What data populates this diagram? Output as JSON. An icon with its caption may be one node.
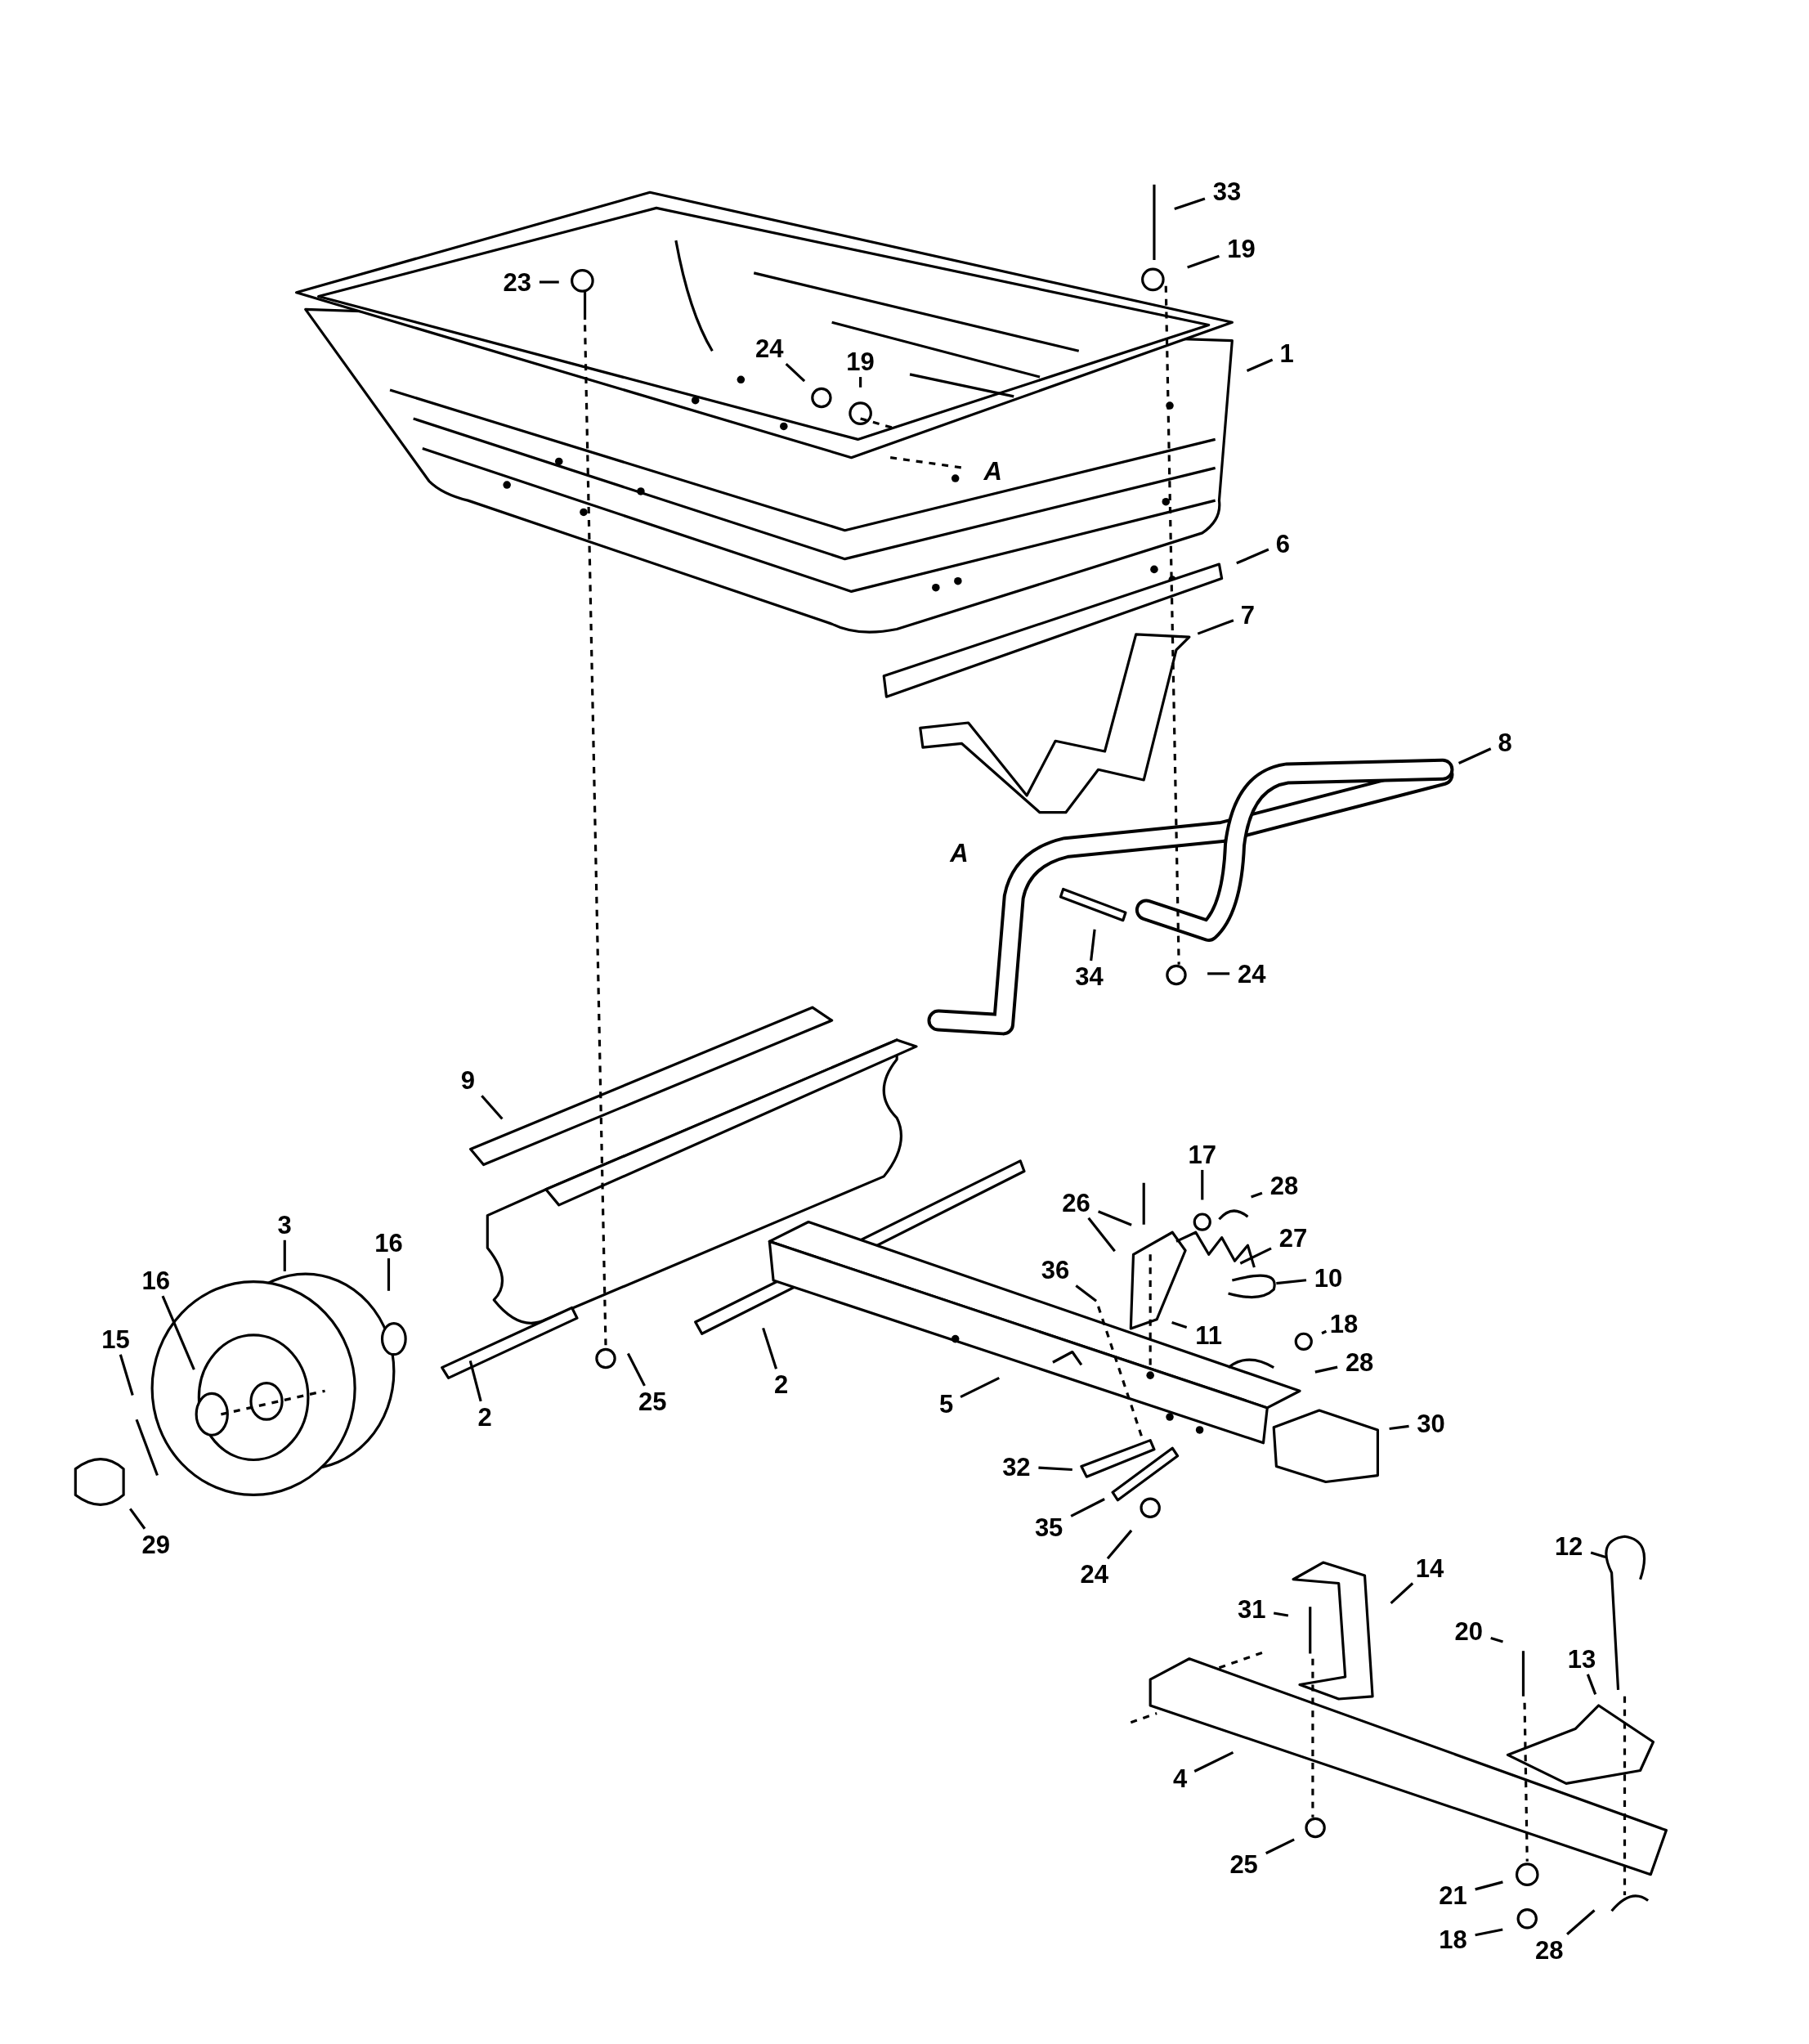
{
  "diagram": {
    "nodes": [
      {
        "text": [
          "33"
        ]
      },
      {
        "text": [
          "19"
        ]
      },
      {
        "text": [
          "23"
        ]
      },
      {
        "text": [
          "1"
        ]
      },
      {
        "text": [
          "24"
        ]
      },
      {
        "text": [
          "19"
        ]
      },
      {
        "text": [
          "6"
        ]
      },
      {
        "text": [
          "7"
        ]
      },
      {
        "text": [
          "8"
        ]
      },
      {
        "text": [
          "34"
        ]
      },
      {
        "text": [
          "24"
        ]
      },
      {
        "text": [
          "9"
        ]
      },
      {
        "text": [
          "17"
        ]
      },
      {
        "text": [
          "28"
        ]
      },
      {
        "text": [
          "26"
        ]
      },
      {
        "text": [
          "27"
        ]
      },
      {
        "text": [
          "10"
        ]
      },
      {
        "text": [
          "36"
        ]
      },
      {
        "text": [
          "11"
        ]
      },
      {
        "text": [
          "18"
        ]
      },
      {
        "text": [
          "28"
        ]
      },
      {
        "text": [
          "3"
        ]
      },
      {
        "text": [
          "16"
        ]
      },
      {
        "text": [
          "16"
        ]
      },
      {
        "text": [
          "15"
        ]
      },
      {
        "text": [
          "2"
        ]
      },
      {
        "text": [
          "2"
        ]
      },
      {
        "text": [
          "25"
        ]
      },
      {
        "text": [
          "5"
        ]
      },
      {
        "text": [
          "30"
        ]
      },
      {
        "text": [
          "32"
        ]
      },
      {
        "text": [
          "35"
        ]
      },
      {
        "text": [
          "24"
        ]
      },
      {
        "text": [
          "29"
        ]
      },
      {
        "text": [
          "14"
        ]
      },
      {
        "text": [
          "12"
        ]
      },
      {
        "text": [
          "31"
        ]
      },
      {
        "text": [
          "20"
        ]
      },
      {
        "text": [
          "13"
        ]
      },
      {
        "text": [
          "4"
        ]
      },
      {
        "text": [
          "25"
        ]
      },
      {
        "text": [
          "21"
        ]
      },
      {
        "text": [
          "18"
        ]
      },
      {
        "text": [
          "28"
        ]
      }
    ],
    "edges": [
      {
        "from": 0,
        "to": null,
        "arrow": "none"
      },
      {
        "from": 1,
        "to": null,
        "arrow": "none"
      },
      {
        "from": 2,
        "to": null,
        "arrow": "none"
      },
      {
        "from": 3,
        "to": null,
        "arrow": "none"
      },
      {
        "from": 4,
        "to": null,
        "arrow": "none"
      },
      {
        "from": 5,
        "to": null,
        "arrow": "none"
      },
      {
        "from": 6,
        "to": null,
        "arrow": "none"
      },
      {
        "from": 7,
        "to": null,
        "arrow": "none"
      },
      {
        "from": 8,
        "to": null,
        "arrow": "none"
      },
      {
        "from": 9,
        "to": null,
        "arrow": "none"
      },
      {
        "from": 10,
        "to": null,
        "arrow": "none"
      },
      {
        "from": 11,
        "to": null,
        "arrow": "none"
      },
      {
        "from": 12,
        "to": null,
        "arrow": "none"
      },
      {
        "from": 13,
        "to": null,
        "arrow": "none"
      },
      {
        "from": 14,
        "to": null,
        "arrow": "none"
      },
      {
        "from": 14,
        "to": null,
        "arrow": "none"
      },
      {
        "from": 15,
        "to": null,
        "arrow": "none"
      },
      {
        "from": 16,
        "to": null,
        "arrow": "none"
      },
      {
        "from": 17,
        "to": null,
        "arrow": "none"
      },
      {
        "from": 18,
        "to": null,
        "arrow": "none"
      },
      {
        "from": 19,
        "to": null,
        "arrow": "none"
      },
      {
        "from": 20,
        "to": null,
        "arrow": "none"
      },
      {
        "from": 21,
        "to": null,
        "arrow": "none"
      },
      {
        "from": 22,
        "to": null,
        "arrow": "none"
      },
      {
        "from": 23,
        "to": null,
        "arrow": "none"
      },
      {
        "from": 24,
        "to": null,
        "arrow": "none"
      },
      {
        "from": 25,
        "to": null,
        "arrow": "none"
      },
      {
        "from": 26,
        "to": null,
        "arrow": "none"
      },
      {
        "from": 27,
        "to": null,
        "arrow": "none"
      },
      {
        "from": 28,
        "to": null,
        "arrow": "none"
      },
      {
        "from": 29,
        "to": null,
        "arrow": "none"
      },
      {
        "from": 30,
        "to": null,
        "arrow": "none"
      },
      {
        "from": 31,
        "to": null,
        "arrow": "none"
      },
      {
        "from": 32,
        "to": null,
        "arrow": "none"
      },
      {
        "from": 33,
        "to": null,
        "arrow": "none"
      },
      {
        "from": 34,
        "to": null,
        "arrow": "none"
      },
      {
        "from": 35,
        "to": null,
        "arrow": "none"
      },
      {
        "from": 36,
        "to": null,
        "arrow": "none"
      },
      {
        "from": 37,
        "to": null,
        "arrow": "none"
      },
      {
        "from": 38,
        "to": null,
        "arrow": "none"
      },
      {
        "from": 39,
        "to": null,
        "arrow": "none"
      },
      {
        "from": 40,
        "to": null,
        "arrow": "none"
      },
      {
        "from": 41,
        "to": null,
        "arrow": "none"
      },
      {
        "from": 42,
        "to": null,
        "arrow": "none"
      },
      {
        "from": 43,
        "to": null,
        "arrow": "none"
      }
    ],
    "labels": [
      "A",
      "A"
    ]
  }
}
